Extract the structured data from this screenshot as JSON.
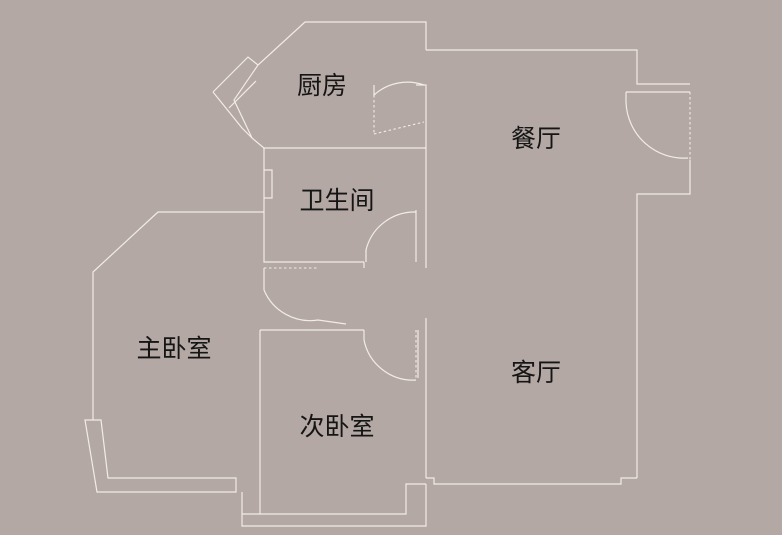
{
  "floor_plan": {
    "background_color": "#b3a8a3",
    "line_color": "#f2ece8",
    "label_color": "#151515",
    "rooms": {
      "kitchen": "厨房",
      "dining": "餐厅",
      "bathroom": "卫生间",
      "master_bedroom": "主卧室",
      "living": "客厅",
      "second_bedroom": "次卧室"
    }
  }
}
